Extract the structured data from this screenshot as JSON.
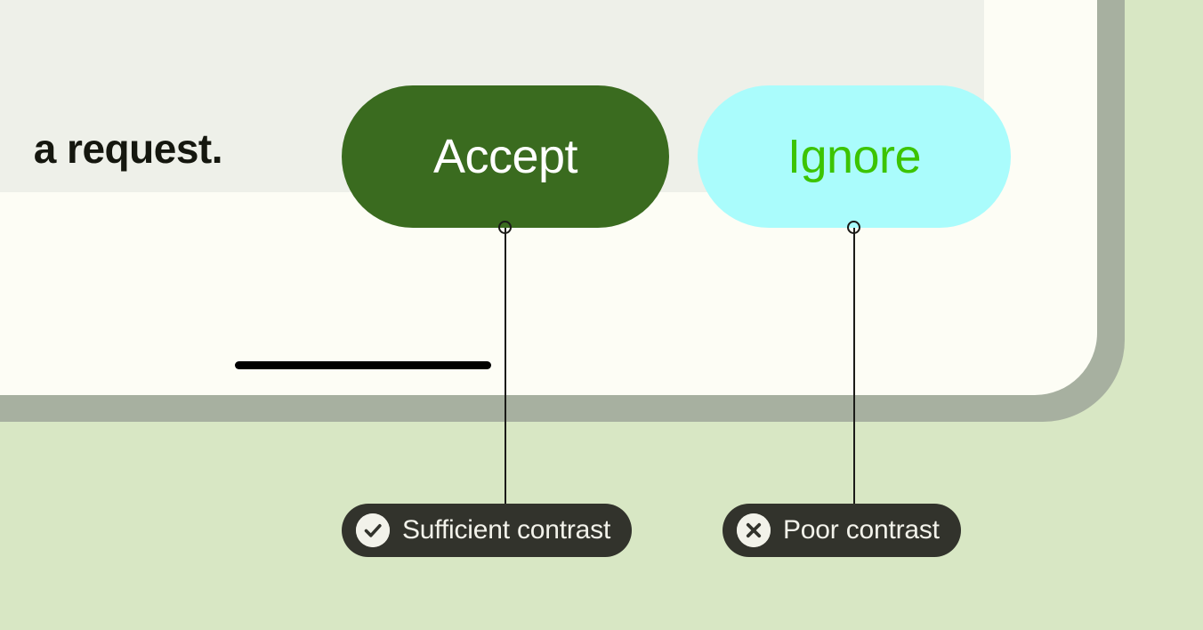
{
  "palette": {
    "page_background": "#d8e7c4",
    "frame_border": "#a7b0a0",
    "panel_background": "#fdfdf5",
    "card_background": "#eef0e9",
    "accept_fill": "#3a6b1f",
    "accept_text": "#ffffff",
    "ignore_fill": "#aafcfc",
    "ignore_text": "#3cc400",
    "annotation_pill": "#32332c",
    "annotation_text": "#f2f2ea",
    "leader_line": "#1b1b18",
    "home_bar": "#000000"
  },
  "dialog": {
    "message_fragment": "a request.",
    "buttons": [
      {
        "label": "Accept",
        "style": "primary"
      },
      {
        "label": "Ignore",
        "style": "secondary"
      }
    ]
  },
  "annotations": [
    {
      "icon": "check-circle-icon",
      "label": "Sufficient contrast",
      "target": "Accept"
    },
    {
      "icon": "x-circle-icon",
      "label": "Poor contrast",
      "target": "Ignore"
    }
  ]
}
